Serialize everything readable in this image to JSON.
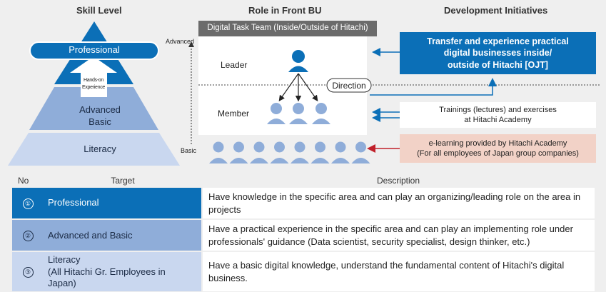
{
  "headers": {
    "skill_level": "Skill Level",
    "role": "Role in Front BU",
    "development": "Development Initiatives"
  },
  "pyramid": {
    "professional": "Professional",
    "hands_on_line1": "Hands-on",
    "hands_on_line2": "Experience",
    "advanced_basic_line1": "Advanced",
    "advanced_basic_line2": "Basic",
    "literacy": "Literacy",
    "axis_advanced": "Advanced",
    "axis_basic": "Basic"
  },
  "role": {
    "team_title": "Digital Task Team (Inside/Outside of Hitachi)",
    "leader": "Leader",
    "member": "Member",
    "direction": "Direction"
  },
  "initiatives": {
    "ojt": [
      "Transfer and experience practical",
      "digital businesses inside/",
      "outside of Hitachi [OJT]"
    ],
    "trainings": [
      "Trainings (lectures) and exercises",
      "at Hitachi Academy"
    ],
    "elearning": [
      "e-learning provided by Hitachi Academy",
      "(For all employees of Japan group companies)"
    ]
  },
  "colors": {
    "professional_blue": "#0b6fb7",
    "advanced_blue": "#8fadd9",
    "literacy_blue": "#c9d7ef",
    "elearning_bg": "#f2d2c7",
    "elearning_arrow": "#c0202a"
  },
  "table": {
    "col_no": "No",
    "col_target": "Target",
    "col_description": "Description",
    "rows": [
      {
        "no": "①",
        "target": [
          "Professional"
        ],
        "description": "Have knowledge in the specific area and can play an organizing/leading role on the area in projects"
      },
      {
        "no": "②",
        "target": [
          "Advanced and Basic"
        ],
        "description": "Have a practical experience in the specific area and can play an implementing role under professionals' guidance (Data scientist, security specialist, design thinker, etc.)"
      },
      {
        "no": "③",
        "target": [
          "Literacy",
          "(All Hitachi Gr. Employees in",
          "Japan)"
        ],
        "description": "Have a basic digital knowledge, understand the fundamental content of Hitachi's digital business."
      }
    ]
  }
}
